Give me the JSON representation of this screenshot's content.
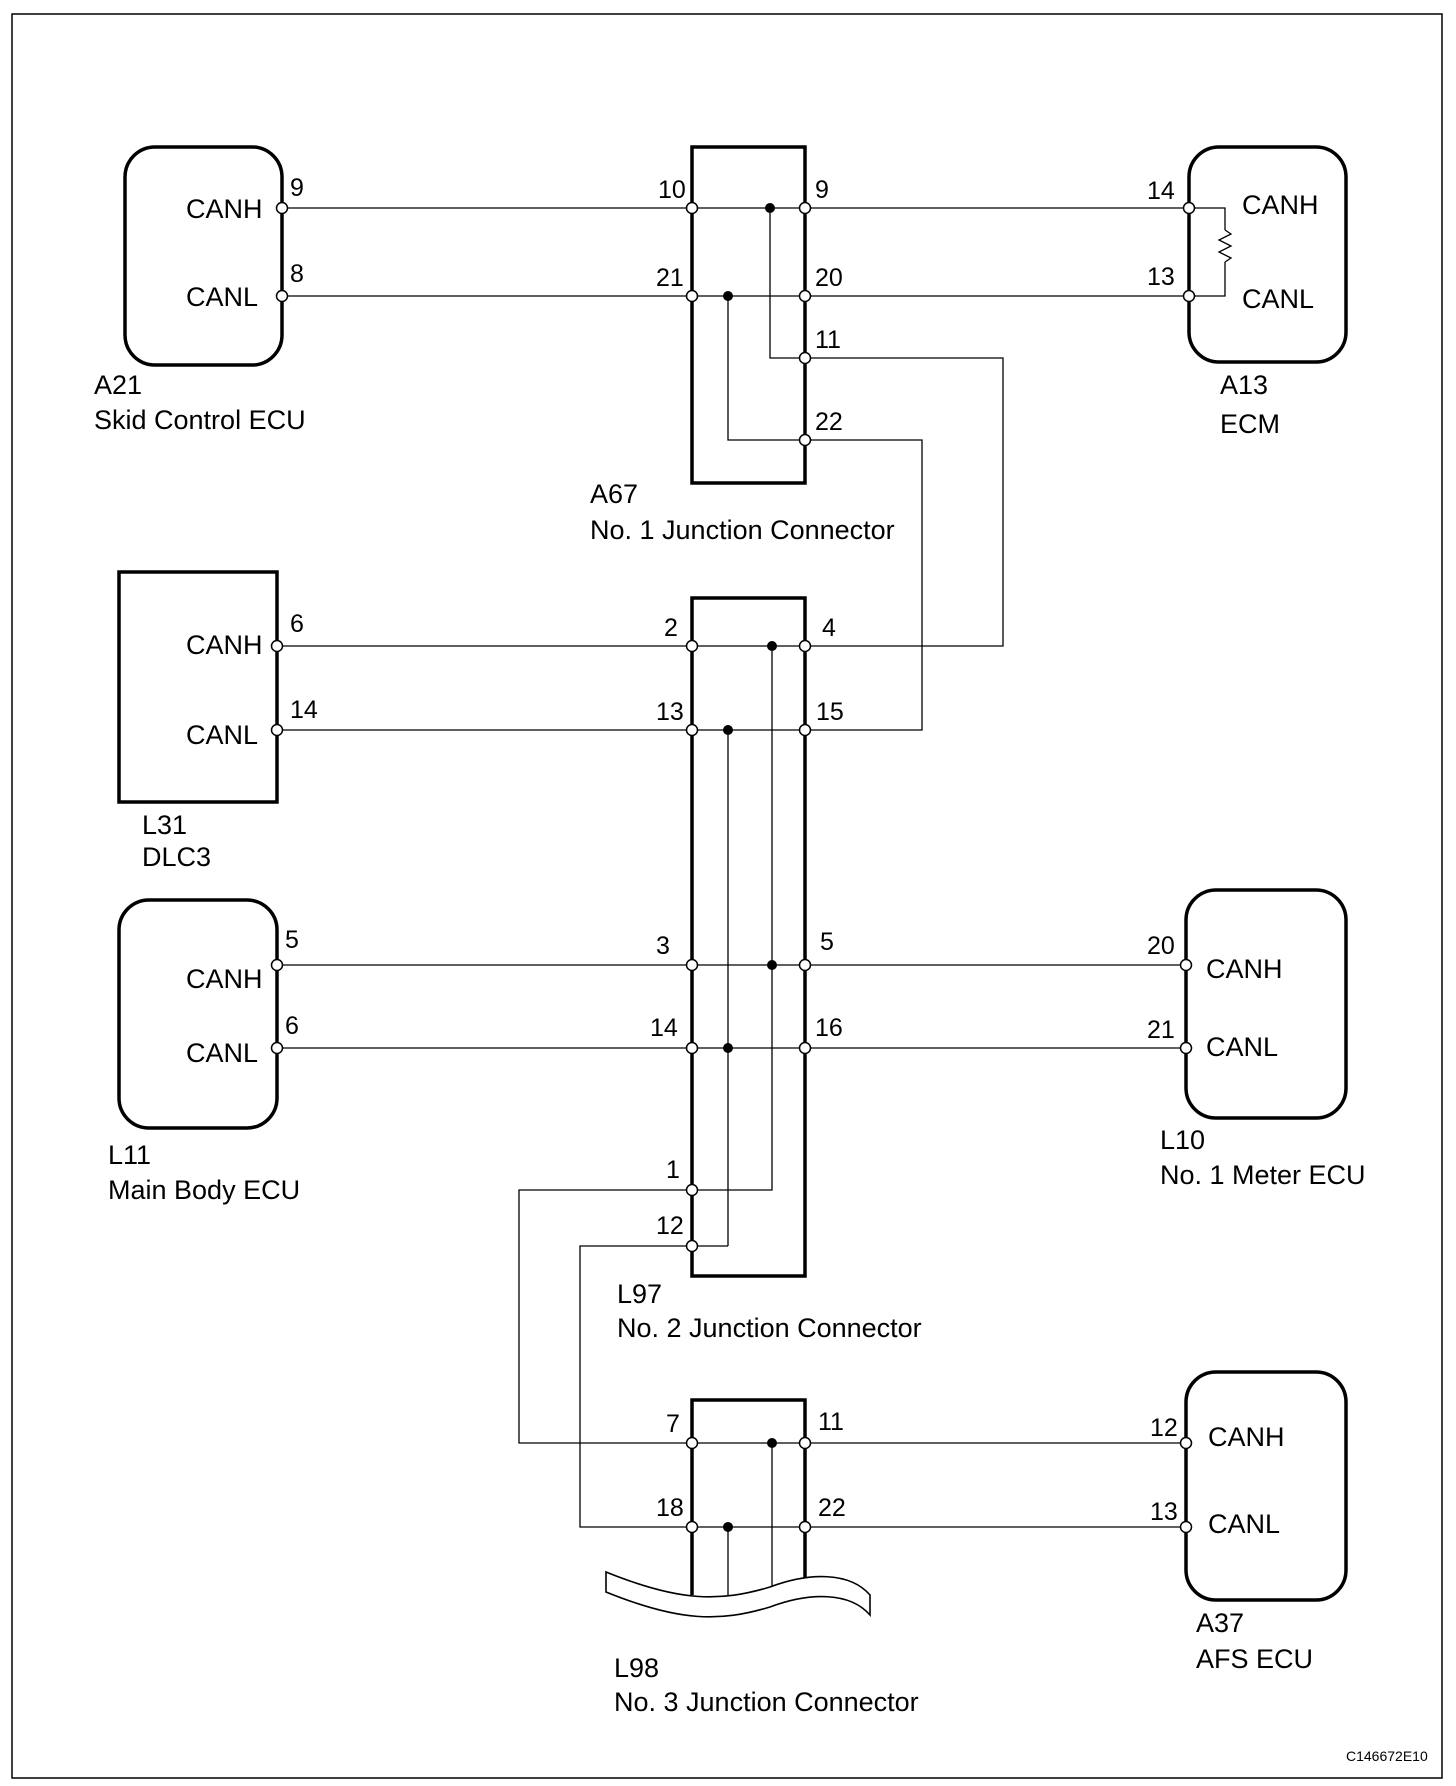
{
  "figure_ref": "C146672E10",
  "components": {
    "a21": {
      "code": "A21",
      "name": "Skid Control ECU",
      "signals": [
        "CANH",
        "CANL"
      ],
      "pins": [
        "9",
        "8"
      ]
    },
    "a13": {
      "code": "A13",
      "name": "ECM",
      "signals": [
        "CANH",
        "CANL"
      ],
      "pins": [
        "14",
        "13"
      ]
    },
    "l31": {
      "code": "L31",
      "name": "DLC3",
      "signals": [
        "CANH",
        "CANL"
      ],
      "pins": [
        "6",
        "14"
      ]
    },
    "l11": {
      "code": "L11",
      "name": "Main Body ECU",
      "signals": [
        "CANH",
        "CANL"
      ],
      "pins": [
        "5",
        "6"
      ]
    },
    "l10": {
      "code": "L10",
      "name": "No. 1 Meter ECU",
      "signals": [
        "CANH",
        "CANL"
      ],
      "pins": [
        "20",
        "21"
      ]
    },
    "a37": {
      "code": "A37",
      "name": "AFS ECU",
      "signals": [
        "CANH",
        "CANL"
      ],
      "pins": [
        "12",
        "13"
      ]
    }
  },
  "junctions": {
    "a67": {
      "code": "A67",
      "name": "No. 1 Junction Connector",
      "pins": [
        "10",
        "9",
        "21",
        "20",
        "11",
        "22"
      ]
    },
    "l97": {
      "code": "L97",
      "name": "No. 2 Junction Connector",
      "pins": [
        "2",
        "4",
        "13",
        "15",
        "3",
        "5",
        "14",
        "16",
        "1",
        "12"
      ]
    },
    "l98": {
      "code": "L98",
      "name": "No. 3 Junction Connector",
      "pins": [
        "7",
        "11",
        "18",
        "22"
      ]
    }
  }
}
